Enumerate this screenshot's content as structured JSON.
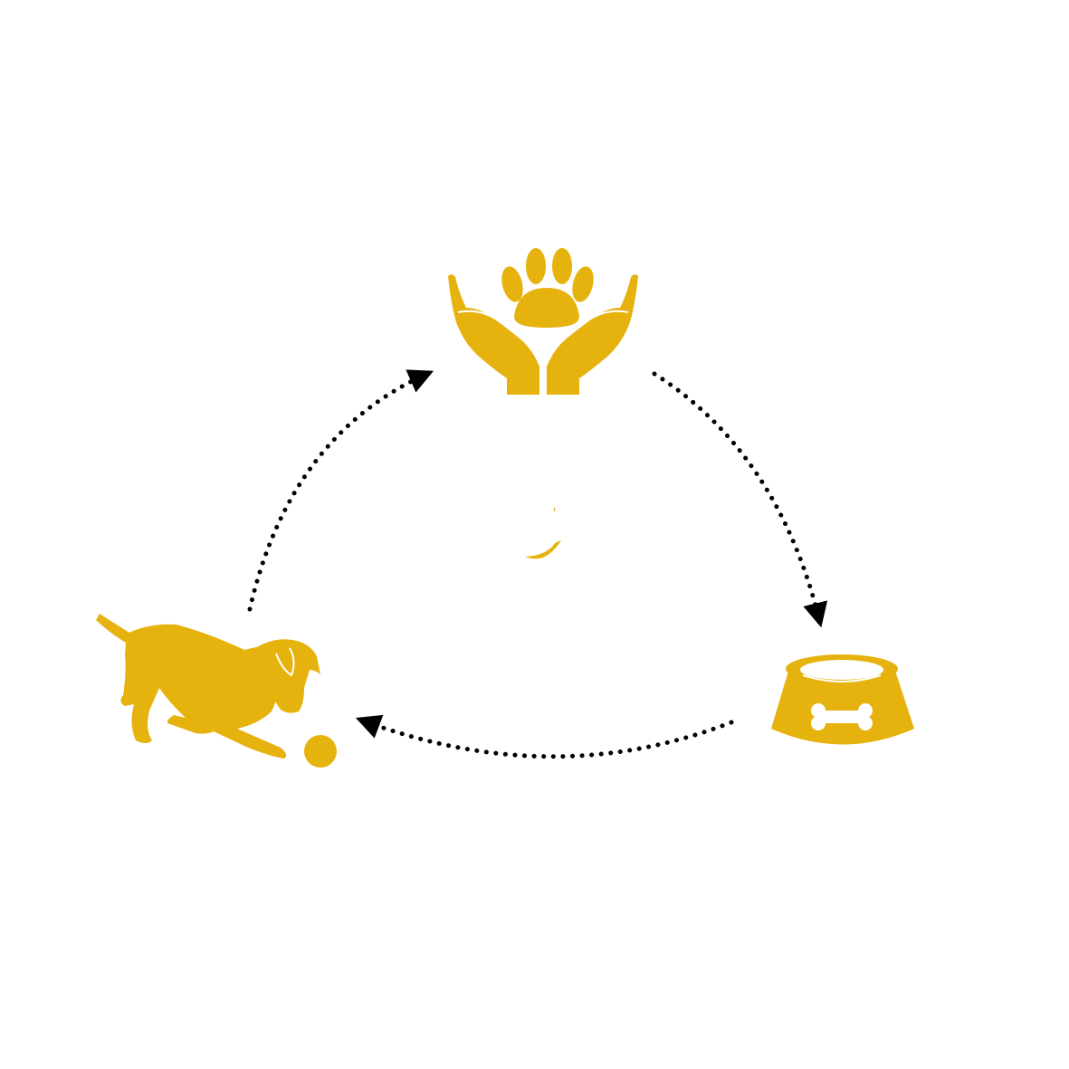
{
  "diagram": {
    "type": "cycle",
    "accent_color": "#E6B20E",
    "arrow_color": "#000000",
    "background": "#FFFFFF",
    "nodes": [
      {
        "id": "care",
        "icon": "hands-holding-paw-icon"
      },
      {
        "id": "feed",
        "icon": "dog-food-bowl-with-bone-icon"
      },
      {
        "id": "play",
        "icon": "puppy-playing-with-ball-icon"
      }
    ],
    "connectors": [
      {
        "from": "care",
        "to": "feed",
        "style": "dotted-arrow"
      },
      {
        "from": "feed",
        "to": "play",
        "style": "dotted-arrow"
      },
      {
        "from": "play",
        "to": "care",
        "style": "dotted-arrow"
      }
    ],
    "center_mark": "small-swoosh-mark"
  }
}
